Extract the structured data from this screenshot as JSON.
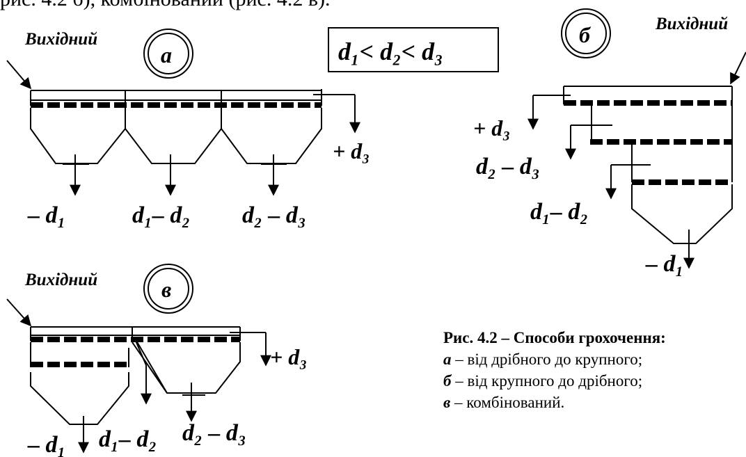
{
  "header_text": "рис. 4.2 б), комбінований (рис. 4.2 в).",
  "panels": {
    "a": {
      "letter": "а",
      "input_label": "Вихідний",
      "condition": "d₁< d₂< d₃",
      "oversize": "+ d₃",
      "products": [
        "– d₁",
        "d₁– d₂",
        "d₂ – d₃"
      ]
    },
    "b": {
      "letter": "б",
      "input_label": "Вихідний",
      "oversize": "+ d₃",
      "products": [
        "d₂ – d₃",
        "d₁– d₂",
        "– d₁"
      ]
    },
    "v": {
      "letter": "в",
      "input_label": "Вихідний",
      "oversize": "+ d₃",
      "products": [
        "– d₁",
        "d₁– d₂",
        "d₂ – d₃"
      ]
    }
  },
  "caption": {
    "title": "Рис. 4.2 – Способи грохочення:",
    "items": [
      {
        "key": "а",
        "text": " – від дрібного до крупного;"
      },
      {
        "key": "б",
        "text": " – від крупного до дрібного;"
      },
      {
        "key": "в",
        "text": " – комбінований."
      }
    ]
  }
}
